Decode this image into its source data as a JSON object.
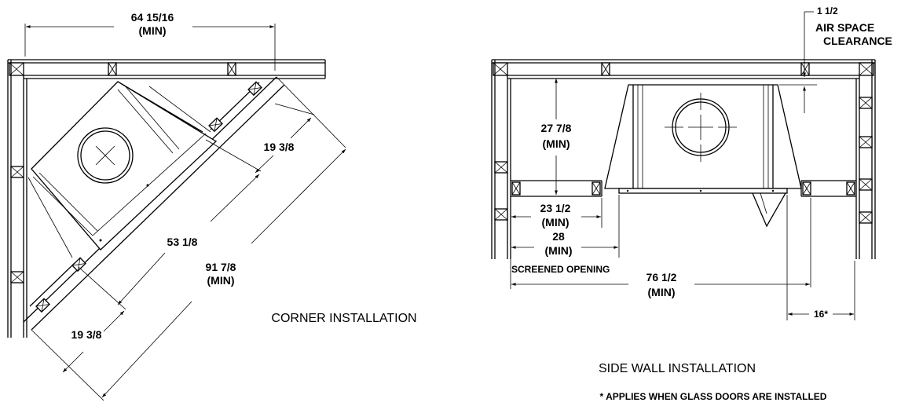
{
  "corner": {
    "title": "CORNER INSTALLATION",
    "dim_top": "64 15/16",
    "dim_top_sub": "(MIN)",
    "dim_depth_upper": "19 3/8",
    "dim_face": "53 1/8",
    "dim_overall": "91 7/8",
    "dim_overall_sub": "(MIN)",
    "dim_depth_lower": "19 3/8"
  },
  "sidewall": {
    "title": "SIDE WALL INSTALLATION",
    "note": "* APPLIES WHEN GLASS DOORS ARE INSTALLED",
    "clearance_value": "1 1/2",
    "clearance_line1": "AIR SPACE",
    "clearance_line2": "CLEARANCE",
    "dim_depth": "27 7/8",
    "dim_depth_sub": "(MIN)",
    "dim_side1": "23 1/2",
    "dim_side1_sub": "(MIN)",
    "dim_side2": "28",
    "dim_side2_sub": "(MIN)",
    "screened_opening": "SCREENED OPENING",
    "dim_width": "76 1/2",
    "dim_width_sub": "(MIN)",
    "dim_glass": "16*"
  }
}
